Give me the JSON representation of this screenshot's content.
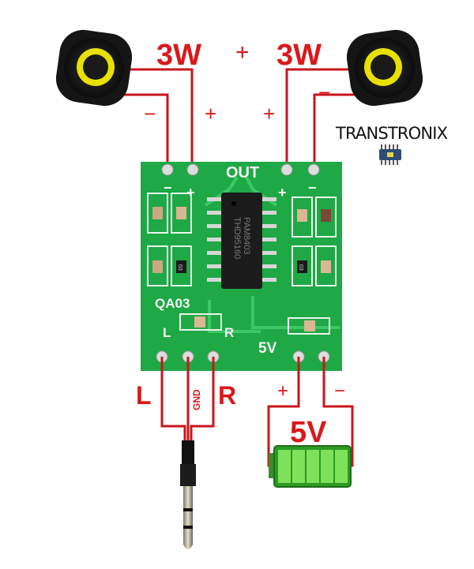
{
  "power_labels": {
    "left_watt": "3W",
    "right_watt": "3W",
    "center_plus": "+"
  },
  "speaker_polarity": {
    "left_minus": "−",
    "left_plus": "+",
    "right_plus": "+",
    "right_minus": "−"
  },
  "brand": {
    "name": "TRANSTRONIX"
  },
  "board": {
    "out_label": "OUT",
    "plus_left": "+",
    "minus_left": "−",
    "plus_right": "+",
    "minus_right": "−",
    "chip_line1": "PAM8403",
    "chip_line2": "THD95160",
    "model": "QA03",
    "left_channel": "L",
    "right_channel": "R",
    "supply": "5V",
    "resistor_code": "03"
  },
  "input_labels": {
    "left": "L",
    "ground": "GND",
    "right": "R"
  },
  "battery": {
    "label": "5V",
    "plus": "+",
    "minus": "−",
    "color": "#3fbf2f"
  },
  "colors": {
    "wire": "#c8161b",
    "pcb": "#1faa45",
    "label": "#d9191c"
  }
}
